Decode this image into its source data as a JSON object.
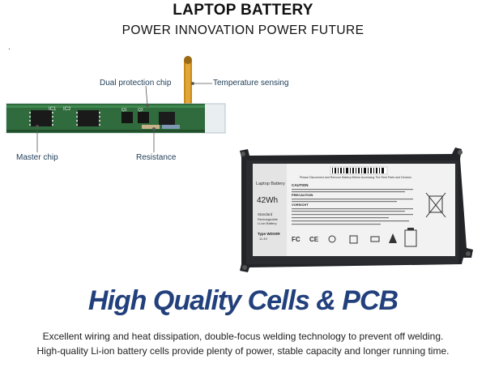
{
  "header": {
    "title": "LAPTOP BATTERY",
    "subtitle": "POWER INNOVATION POWER FUTURE",
    "dot": "."
  },
  "pcb_callouts": {
    "dual_protection_chip": "Dual protection chip",
    "temperature_sensing": "Temperature sensing",
    "master_chip": "Master chip",
    "resistance": "Resistance"
  },
  "pcb_silkscreen": {
    "ic1": "IC1",
    "ic2": "IC2",
    "q1": "Q1",
    "q2": "Q2"
  },
  "battery_label": {
    "side_title": "Laptop Battery",
    "capacity": "42Wh",
    "type_line1": "Standard",
    "type_line2": "Rechargeable",
    "type_line3": "Li-ion Battery",
    "model": "Type WDX0R",
    "voltage": "11.4V",
    "warning_header": "Please Disconnect and Remove Battery Before Accessing The Rest Parts and Devices",
    "caution": "CAUTION",
    "precaution": "PRECAUTION",
    "vorsicht": "VORSICHT"
  },
  "headline": "High Quality Cells & PCB",
  "description": {
    "line1": "Excellent wiring and heat dissipation, double-focus welding technology to prevent off welding.",
    "line2": "High-quality Li-ion battery cells provide plenty of power, stable capacity and longer running time."
  },
  "colors": {
    "headline": "#22407c",
    "pcb_green": "#2f6b3c",
    "battery_body": "#222428",
    "label_bg": "#f2f2f2"
  }
}
